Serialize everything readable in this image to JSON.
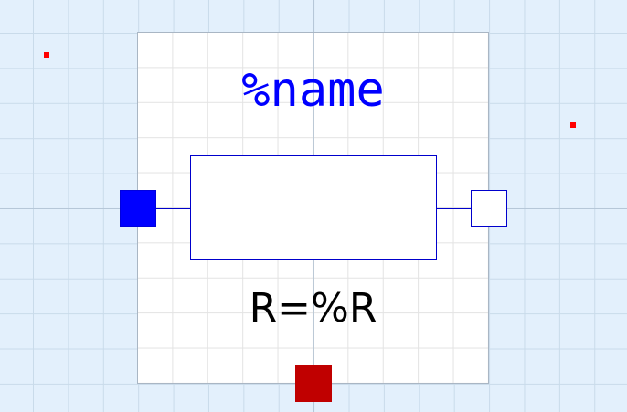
{
  "diagram": {
    "name_label": "%name",
    "parameter_label": "R=%R"
  },
  "colors": {
    "canvas_background": "#e3f0fc",
    "icon_background": "#ffffff",
    "name_text": "#0000ff",
    "resistor_outline": "#0000cc",
    "positive_pin": "#0000ff",
    "negative_pin": "#ffffff",
    "heat_port": "#c00000",
    "selection_marker": "#ff0000"
  },
  "icons": {
    "positive_pin": "filled-square",
    "negative_pin": "outlined-square",
    "heat_port": "filled-square"
  }
}
